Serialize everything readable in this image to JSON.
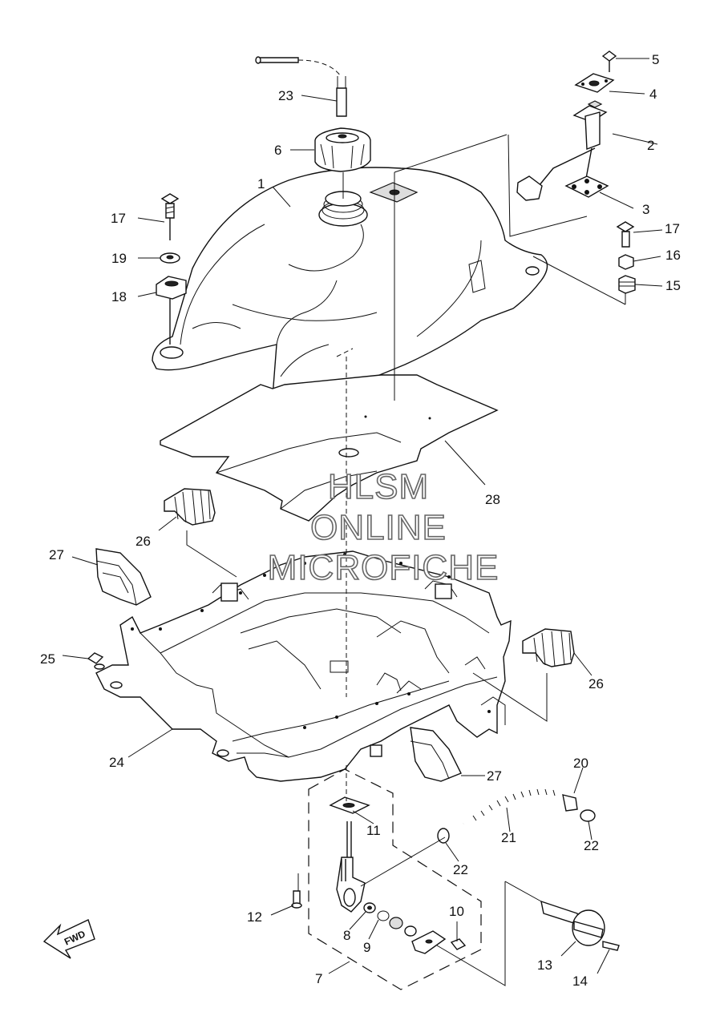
{
  "watermark": [
    "HLSM",
    "ONLINE",
    "MICROFICHE"
  ],
  "fwd_label": "FWD",
  "callouts": {
    "p1": "1",
    "p2": "2",
    "p3": "3",
    "p4": "4",
    "p5": "5",
    "p6": "6",
    "p7": "7",
    "p8": "8",
    "p9": "9",
    "p10": "10",
    "p11": "11",
    "p12": "12",
    "p13": "13",
    "p14": "14",
    "p15": "15",
    "p16": "16",
    "p17a": "17",
    "p17b": "17",
    "p18": "18",
    "p19": "19",
    "p20": "20",
    "p21": "21",
    "p22a": "22",
    "p22b": "22",
    "p23": "23",
    "p24": "24",
    "p25": "25",
    "p26a": "26",
    "p26b": "26",
    "p27a": "27",
    "p27b": "27",
    "p28": "28"
  }
}
